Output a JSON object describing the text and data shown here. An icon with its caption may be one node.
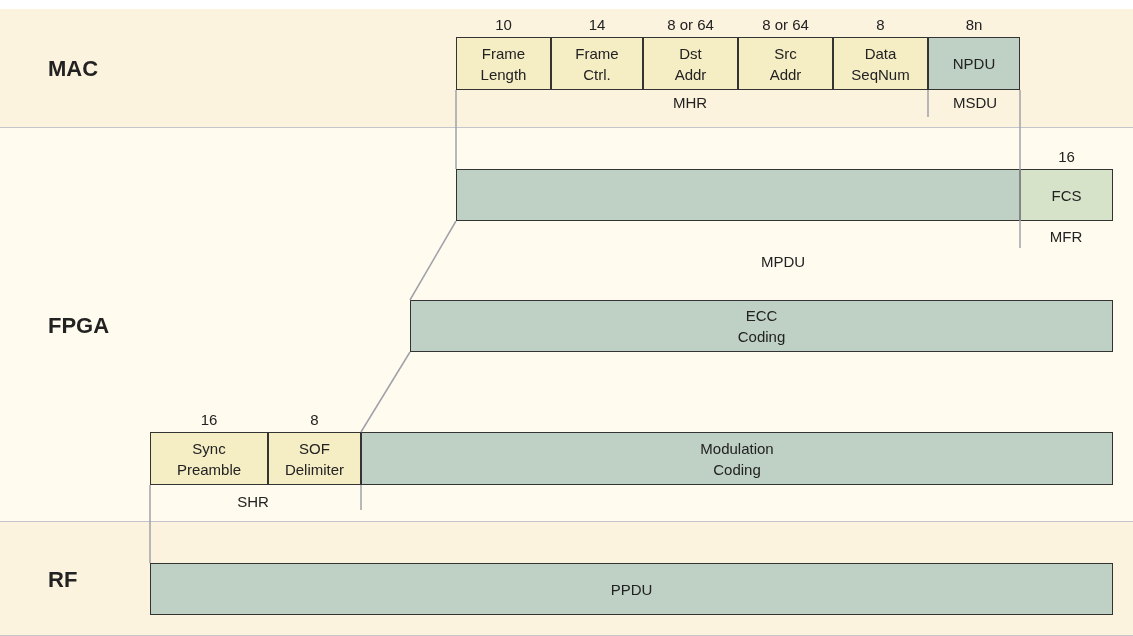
{
  "diagram": {
    "nodes": [
      {
        "text": [
          "MAC"
        ]
      },
      {
        "text": [
          "FPGA"
        ]
      },
      {
        "text": [
          "RF"
        ]
      },
      {
        "text": [
          "Frame Length"
        ],
        "in": 0,
        "beside": [
          "10"
        ]
      },
      {
        "text": [
          "Frame Ctrl."
        ],
        "in": 0,
        "beside": [
          "14"
        ]
      },
      {
        "text": [
          "Dst Addr"
        ],
        "in": 0,
        "beside": [
          "8 or 64"
        ]
      },
      {
        "text": [
          "Src Addr"
        ],
        "in": 0,
        "beside": [
          "8 or 64"
        ]
      },
      {
        "text": [
          "Data SeqNum"
        ],
        "in": 0,
        "beside": [
          "8"
        ]
      },
      {
        "text": [
          "NPDU"
        ],
        "in": 0,
        "beside": [
          "8n"
        ]
      },
      {
        "text": [],
        "shape": "bar",
        "in": 1
      },
      {
        "text": [
          "FCS"
        ],
        "in": 1,
        "beside": [
          "16"
        ]
      },
      {
        "text": [
          "ECC Coding"
        ],
        "in": 1
      },
      {
        "text": [
          "Sync Preamble"
        ],
        "in": 1,
        "beside": [
          "16"
        ]
      },
      {
        "text": [
          "SOF Delimiter"
        ],
        "in": 1,
        "beside": [
          "8"
        ]
      },
      {
        "text": [
          "Modulation Coding"
        ],
        "in": 1
      },
      {
        "text": [
          "PPDU"
        ],
        "in": 2
      }
    ],
    "edges": [
      {
        "from": 3,
        "to": 9,
        "arrow": "none"
      },
      {
        "from": 9,
        "to": 11,
        "arrow": "none"
      },
      {
        "from": 11,
        "to": 14,
        "arrow": "none"
      },
      {
        "from": 12,
        "to": 15,
        "arrow": "none"
      }
    ],
    "labels": [
      "MHR",
      "MSDU",
      "MPDU",
      "MFR",
      "SHR"
    ]
  }
}
